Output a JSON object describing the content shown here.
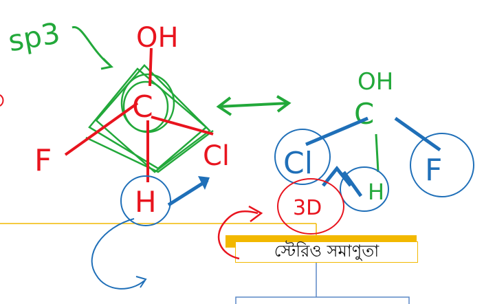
{
  "annotations": {
    "hybridization": "sp3",
    "left_top": "OH",
    "left_center": "C",
    "left_left": "F",
    "left_right": "Cl",
    "left_bottom": "H",
    "right_top": "OH",
    "right_center": "C",
    "right_left": "Cl",
    "right_right": "F",
    "right_bottom": "H",
    "three_d": "3D"
  },
  "node": {
    "title": "স্টেরিও সমাণুতা"
  },
  "colors": {
    "green": "#22a83a",
    "red": "#e8141e",
    "blue": "#1f6fb8",
    "yellow": "#f2b800"
  }
}
